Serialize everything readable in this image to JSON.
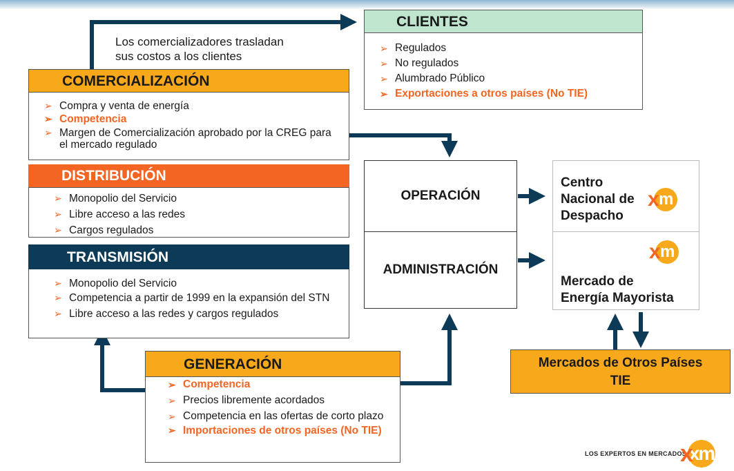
{
  "clientes": {
    "title": "CLIENTES",
    "items": [
      {
        "text": "Regulados",
        "highlight": false
      },
      {
        "text": "No regulados",
        "highlight": false
      },
      {
        "text": "Alumbrado Público",
        "highlight": false
      },
      {
        "text": "Exportaciones a otros países (No TIE)",
        "highlight": true
      }
    ]
  },
  "note": {
    "line1": "Los comercializadores trasladan",
    "line2": "sus costos a los clientes"
  },
  "comercializacion": {
    "title": "COMERCIALIZACIÓN",
    "items": [
      {
        "text": "Compra y venta de energía",
        "highlight": false
      },
      {
        "text": "Competencia",
        "highlight": true
      },
      {
        "text": "Margen de Comercialización aprobado por la CREG para el mercado regulado",
        "highlight": false
      }
    ]
  },
  "distribucion": {
    "title": "DISTRIBUCIÓN",
    "items": [
      {
        "text": "Monopolio del Servicio",
        "highlight": false
      },
      {
        "text": "Libre acceso a las redes",
        "highlight": false
      },
      {
        "text": "Cargos regulados",
        "highlight": false
      }
    ]
  },
  "transmision": {
    "title": "TRANSMISIÓN",
    "items": [
      {
        "text": "Monopolio del Servicio",
        "highlight": false
      },
      {
        "text": "Competencia a partir de 1999 en la expansión del STN",
        "highlight": false
      },
      {
        "text": "Libre acceso a las redes y cargos regulados",
        "highlight": false
      }
    ]
  },
  "generacion": {
    "title": "GENERACIÓN",
    "items": [
      {
        "text": "Competencia",
        "highlight": true
      },
      {
        "text": "Precios libremente acordados",
        "highlight": false
      },
      {
        "text": "Competencia en las ofertas de corto plazo",
        "highlight": false
      },
      {
        "text": "Importaciones de otros países (No TIE)",
        "highlight": true
      }
    ]
  },
  "operacion": {
    "label": "OPERACIÓN"
  },
  "administracion": {
    "label": "ADMINISTRACIÓN"
  },
  "cnd": {
    "line1": "Centro",
    "line2": "Nacional de",
    "line3": "Despacho"
  },
  "mem": {
    "line1": "Mercado de",
    "line2": "Energía Mayorista"
  },
  "mercados": {
    "line1": "Mercados de Otros Países",
    "line2": "TIE"
  },
  "logo": {
    "text": "xm",
    "tagline": "LOS EXPERTOS EN MERCADOS"
  },
  "colors": {
    "orange": "#f7a81b",
    "red_orange": "#f26522",
    "navy": "#0d3a57",
    "green": "#bfe5cf",
    "arrow": "#0d3a57"
  },
  "icons": {
    "bullet": "arrow-bullet-icon"
  }
}
